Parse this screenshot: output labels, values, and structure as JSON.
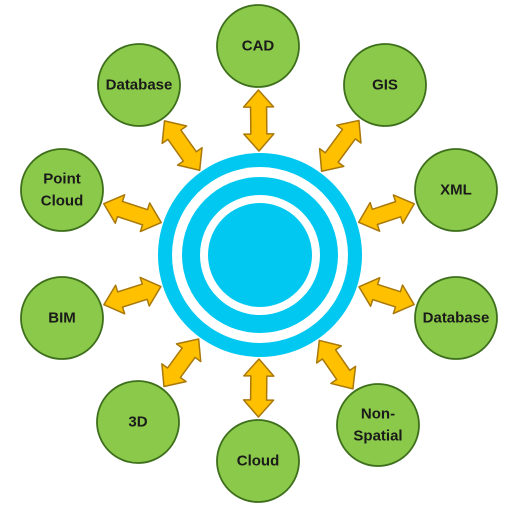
{
  "colors": {
    "node_fill": "#8bc94a",
    "node_stroke": "#3e6f1c",
    "arrow_fill": "#ffc000",
    "arrow_stroke": "#a9780a",
    "hub_color": "#00c8f0",
    "hub_gap": "#ffffff"
  },
  "nodes": [
    {
      "id": "cad",
      "lines": [
        "CAD"
      ]
    },
    {
      "id": "gis",
      "lines": [
        "GIS"
      ]
    },
    {
      "id": "xml",
      "lines": [
        "XML"
      ]
    },
    {
      "id": "database-right",
      "lines": [
        "Database"
      ]
    },
    {
      "id": "non-spatial",
      "lines": [
        "Non-",
        "Spatial"
      ]
    },
    {
      "id": "cloud",
      "lines": [
        "Cloud"
      ]
    },
    {
      "id": "3d",
      "lines": [
        "3D"
      ]
    },
    {
      "id": "bim",
      "lines": [
        "BIM"
      ]
    },
    {
      "id": "point-cloud",
      "lines": [
        "Point",
        "Cloud"
      ]
    },
    {
      "id": "database-left",
      "lines": [
        "Database"
      ]
    }
  ]
}
